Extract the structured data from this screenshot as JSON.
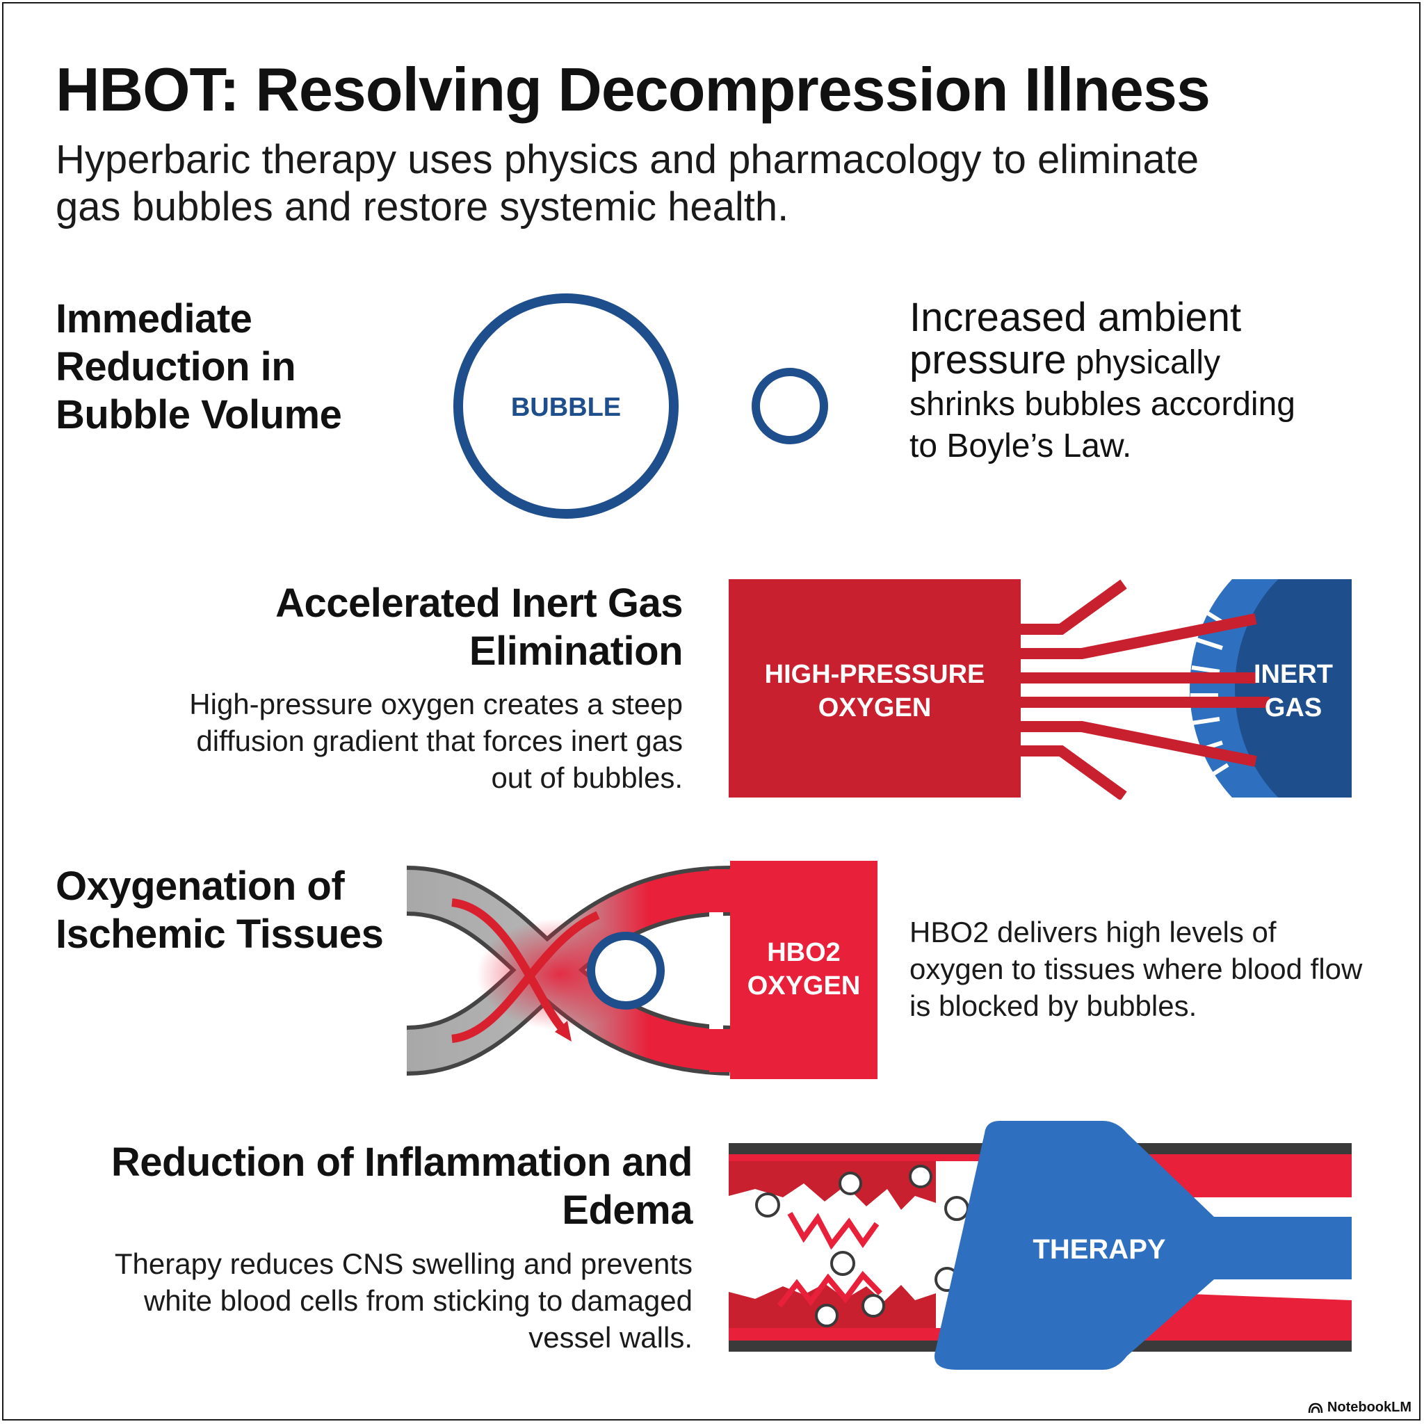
{
  "title": "HBOT: Resolving Decompression Illness",
  "subtitle": "Hyperbaric therapy uses physics and pharmacology to eliminate gas bubbles and restore systemic health.",
  "sections": [
    {
      "heading": "Immediate Reduction in Bubble Volume",
      "desc_lead": "Increased ambient pressure",
      "desc_rest": " physically shrinks bubbles according to Boyle’s Law.",
      "figure": {
        "bubble_label": "BUBBLE"
      }
    },
    {
      "heading": "Accelerated Inert Gas Elimination",
      "desc": "High-pressure oxygen creates a steep diffusion gradient that forces inert gas out of bubbles.",
      "figure": {
        "source_label_1": "HIGH-PRESSURE",
        "source_label_2": "OXYGEN",
        "target_label_1": "INERT",
        "target_label_2": "GAS"
      }
    },
    {
      "heading": "Oxygenation of Ischemic Tissues",
      "desc": "HBO2 delivers high levels of oxygen to tissues where blood flow is blocked by bubbles.",
      "figure": {
        "label_1": "HBO2",
        "label_2": "OXYGEN"
      }
    },
    {
      "heading": "Reduction of Inflammation and Edema",
      "desc": "Therapy reduces CNS swelling and prevents white blood cells from sticking to damaged vessel walls.",
      "figure": {
        "label": "THERAPY"
      }
    }
  ],
  "brand": "NotebookLM",
  "colors": {
    "blue_dark": "#1f4e8c",
    "blue_mid": "#2e6fc0",
    "red": "#c8202f",
    "red_bright": "#e8203a",
    "gray": "#a8a8a8"
  }
}
